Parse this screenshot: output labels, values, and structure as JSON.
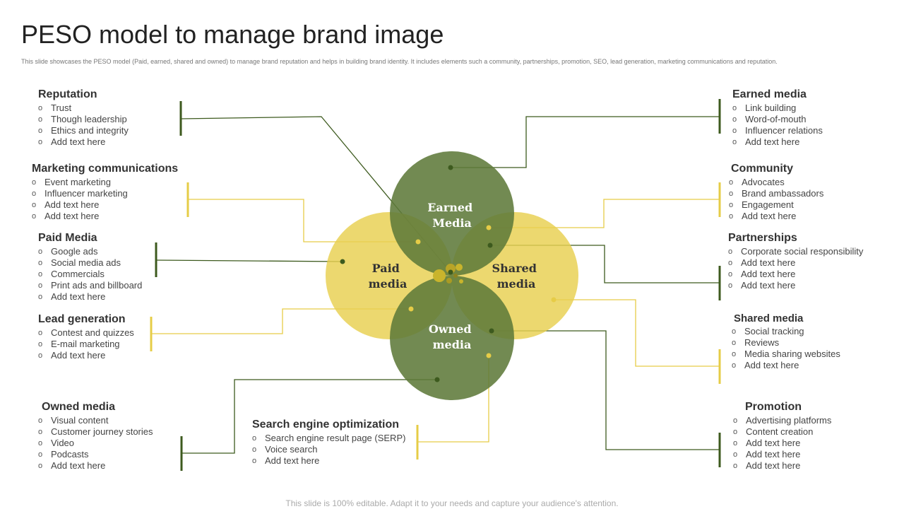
{
  "title": "PESO model to manage brand image",
  "subtitle": "This slide showcases the PESO model (Paid, earned, shared and owned) to manage brand reputation and helps in building brand identity. It includes elements such a community, partnerships, promotion, SEO, lead generation, marketing communications and reputation.",
  "footer": "This slide is 100% editable. Adapt it to your needs and capture your audience's attention.",
  "colors": {
    "dark_green": "#5f7a3a",
    "yellow": "#e8cf4f",
    "connector_green": "#3d5a1e",
    "connector_yellow": "#e6cc47"
  },
  "circles": {
    "earned": "Earned\nMedia",
    "paid": "Paid\nmedia",
    "shared": "Shared\nmedia",
    "owned": "Owned\nmedia"
  },
  "blocks": {
    "reputation": {
      "title": "Reputation",
      "items": [
        "Trust",
        "Though leadership",
        "Ethics and integrity",
        "Add text here"
      ]
    },
    "marketing_communications": {
      "title": "Marketing communications",
      "items": [
        "Event marketing",
        "Influencer marketing",
        "Add text here",
        "Add text here"
      ]
    },
    "paid_media": {
      "title": "Paid Media",
      "items": [
        "Google ads",
        "Social media ads",
        "Commercials",
        "Print ads and billboard",
        "Add text here"
      ]
    },
    "lead_generation": {
      "title": "Lead generation",
      "items": [
        "Contest and quizzes",
        "E-mail marketing",
        "Add text here"
      ]
    },
    "owned_media": {
      "title": "Owned media",
      "items": [
        "Visual content",
        "Customer journey stories",
        "Video",
        "Podcasts",
        "Add text here"
      ]
    },
    "seo": {
      "title": "Search engine optimization",
      "items": [
        "Search engine result page (SERP)",
        "Voice search",
        "Add text here"
      ]
    },
    "earned_media": {
      "title": "Earned media",
      "items": [
        "Link building",
        "Word-of-mouth",
        "Influencer  relations",
        "Add text here"
      ]
    },
    "community": {
      "title": "Community",
      "items": [
        "Advocates",
        "Brand ambassadors",
        "Engagement",
        "Add text here"
      ]
    },
    "partnerships": {
      "title": "Partnerships",
      "items": [
        "Corporate  social responsibility",
        "Add text here",
        "Add text here",
        "Add text here"
      ]
    },
    "shared_media": {
      "title": "Shared media",
      "items": [
        "Social tracking",
        "Reviews",
        "Media sharing websites",
        "Add text here"
      ]
    },
    "promotion": {
      "title": "Promotion",
      "items": [
        "Advertising platforms",
        "Content creation",
        "Add text here",
        "Add text here",
        "Add text here"
      ]
    }
  }
}
